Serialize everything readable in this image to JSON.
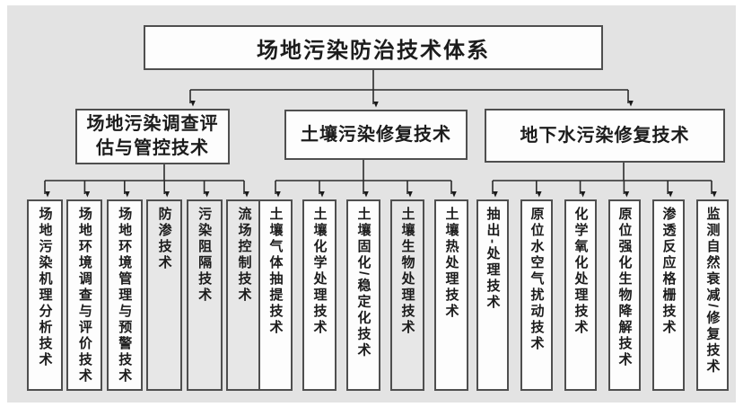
{
  "diagram": {
    "title": "场地污染防治技术体系",
    "root": {
      "label": "场地污染防治技术体系"
    },
    "branches": [
      {
        "label": "场地污染调查评估与管控技术",
        "children": [
          "场地污染机理分析技术",
          "场地环境调查与评价技术",
          "场地环境管理与预警技术",
          "防渗技术",
          "污染阻隔技术",
          "流场控制技术"
        ]
      },
      {
        "label": "土壤污染修复技术",
        "children": [
          "土壤气体抽提技术",
          "土壤化学处理技术",
          "土壤固化/稳定化技术",
          "土壤生物处理技术",
          "土壤热处理技术"
        ]
      },
      {
        "label": "地下水污染修复技术",
        "children": [
          "抽出-处理技术",
          "原位水空气扰动技术",
          "化学氧化处理技术",
          "原位强化生物降解技术",
          "渗透反应格栅技术",
          "监测自然衰减/修复技术"
        ]
      }
    ],
    "colors": {
      "background": "#e3e3e3",
      "box_fill": "#fdfdfd",
      "box_fill_shaded": "#e7e7e7",
      "box_border": "#4f4f4f",
      "connector_line": "#2b2b2b",
      "text": "#1c1c1c"
    }
  }
}
